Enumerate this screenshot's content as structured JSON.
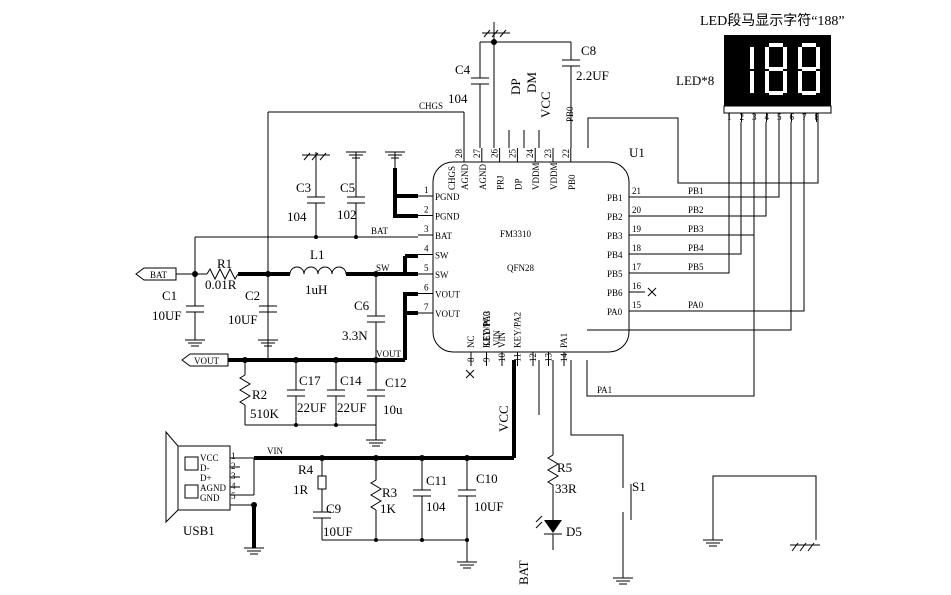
{
  "title": "LED段马显示字符“188”",
  "led_label": "LED*8",
  "led_digits": "188",
  "led_pins": [
    "1",
    "2",
    "3",
    "4",
    "5",
    "6",
    "7",
    "8"
  ],
  "chip": {
    "ref": "U1",
    "name": "FM3310",
    "package": "QFN28"
  },
  "pins_top": [
    {
      "n": "28",
      "name": "AGND"
    },
    {
      "n": "27",
      "name": "AGND"
    },
    {
      "n": "26",
      "name": "PRJ"
    },
    {
      "n": "25",
      "name": "DP"
    },
    {
      "n": "24",
      "name": "VDDM"
    },
    {
      "n": "23",
      "name": "VDDM"
    },
    {
      "n": "22",
      "name": "PB0"
    }
  ],
  "pins_left": [
    {
      "n": "1",
      "name": "PGND"
    },
    {
      "n": "2",
      "name": "PGND"
    },
    {
      "n": "3",
      "name": "BAT"
    },
    {
      "n": "4",
      "name": "SW"
    },
    {
      "n": "5",
      "name": "SW"
    },
    {
      "n": "6",
      "name": "VOUT"
    },
    {
      "n": "7",
      "name": "VOUT"
    }
  ],
  "pins_right": [
    {
      "n": "21",
      "name": "PB1",
      "net": "PB1"
    },
    {
      "n": "20",
      "name": "PB2",
      "net": "PB2"
    },
    {
      "n": "19",
      "name": "PB3",
      "net": "PB3"
    },
    {
      "n": "18",
      "name": "PB4",
      "net": "PB4"
    },
    {
      "n": "17",
      "name": "PB5",
      "net": "PB5"
    },
    {
      "n": "16",
      "name": "PB6",
      "net": ""
    },
    {
      "n": "15",
      "name": "PA0",
      "net": "PA0"
    }
  ],
  "pins_bottom": [
    {
      "n": "8",
      "name": "NC"
    },
    {
      "n": "9",
      "name": "KEY/PC0"
    },
    {
      "n": "10",
      "name": "VIN"
    },
    {
      "n": "11",
      "name": "KEY/PA2"
    },
    {
      "n": "12",
      "name": ""
    },
    {
      "n": "13",
      "name": ""
    },
    {
      "n": "14",
      "name": "PA1"
    }
  ],
  "bottom_overlaps": [
    "LED/PA3",
    "VIN"
  ],
  "chgs_inside": "CHGS",
  "nets": {
    "chgs": "CHGS",
    "bat": "BAT",
    "sw": "SW",
    "vout": "VOUT",
    "vin": "VIN",
    "vcc": "VCC",
    "dp": "DP",
    "dm": "DM",
    "vcc_top": "VCC",
    "pb0": "PB0",
    "pa1": "PA1",
    "pb0_alt": "PB0"
  },
  "components": {
    "c8": {
      "ref": "C8",
      "value": "2.2UF"
    },
    "c4": {
      "ref": "C4",
      "value": "104"
    },
    "c3": {
      "ref": "C3",
      "value": "104"
    },
    "c5": {
      "ref": "C5",
      "value": "102"
    },
    "r1": {
      "ref": "R1",
      "value": "0.01R"
    },
    "l1": {
      "ref": "L1",
      "value": "1uH"
    },
    "c1": {
      "ref": "C1",
      "value": "10UF"
    },
    "c2": {
      "ref": "C2",
      "value": "10UF"
    },
    "c6": {
      "ref": "C6",
      "value": "3.3N"
    },
    "r2": {
      "ref": "R2",
      "value": "510K"
    },
    "c17": {
      "ref": "C17",
      "value": "22UF"
    },
    "c14": {
      "ref": "C14",
      "value": "22UF"
    },
    "c12": {
      "ref": "C12",
      "value": "10u"
    },
    "r4": {
      "ref": "R4",
      "value": "1R"
    },
    "c9": {
      "ref": "C9",
      "value": "10UF"
    },
    "r3": {
      "ref": "R3",
      "value": "1K"
    },
    "c11": {
      "ref": "C11",
      "value": "104"
    },
    "c10": {
      "ref": "C10",
      "value": "10UF"
    },
    "r5": {
      "ref": "R5",
      "value": "33R"
    },
    "d5": {
      "ref": "D5",
      "value": ""
    },
    "s1": {
      "ref": "S1",
      "value": ""
    },
    "usb": {
      "ref": "USB1",
      "value": ""
    }
  },
  "usb_pins": [
    {
      "n": "1",
      "name": "VCC"
    },
    {
      "n": "2",
      "name": "D-"
    },
    {
      "n": "3",
      "name": "D+"
    },
    {
      "n": "4",
      "name": "AGND"
    },
    {
      "n": "5",
      "name": "GND"
    }
  ],
  "ports": {
    "bat": "BAT",
    "vout": "VOUT"
  },
  "bat_bottom": "BAT"
}
